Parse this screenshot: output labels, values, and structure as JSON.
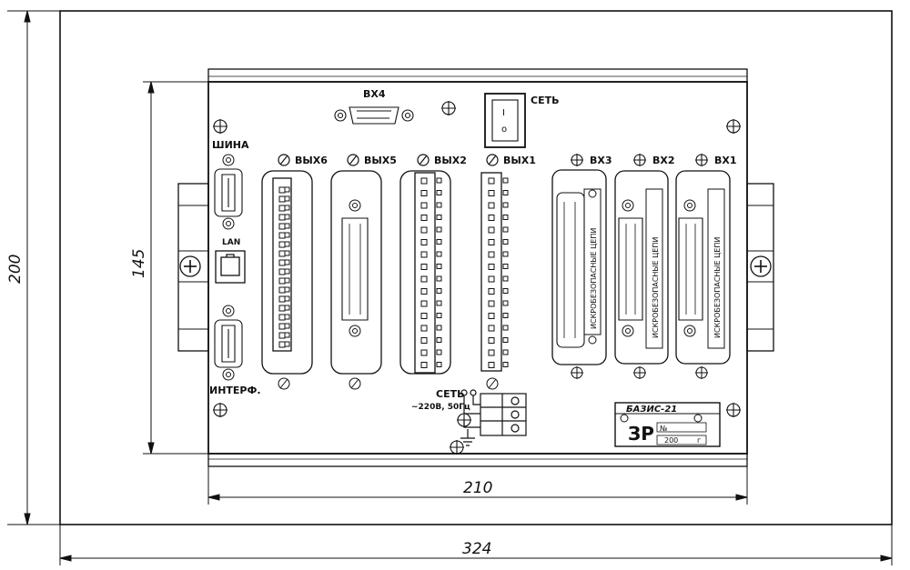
{
  "dimensions": {
    "outer_width": "324",
    "outer_height": "200",
    "panel_width": "210",
    "panel_height": "145"
  },
  "labels": {
    "bx4": "ВХ4",
    "power": "СЕТЬ",
    "power_on": "I",
    "power_off": "o",
    "bus": "ШИНА",
    "lan": "LAN",
    "interface": "ИНТЕРФ.",
    "out6": "ВЫХ6",
    "out5": "ВЫХ5",
    "out2": "ВЫХ2",
    "out1": "ВЫХ1",
    "in3": "ВХ3",
    "in2": "ВХ2",
    "in1": "ВХ1",
    "safe_circuits": "ИСКРОБЕЗОПАСНЫЕ ЦЕПИ",
    "mains": "СЕТЬ",
    "mains_spec": "~220В, 50Гц",
    "plate_title": "БАЗИС-21",
    "plate_no": "№",
    "plate_year": "200",
    "plate_year_suffix": "г"
  }
}
